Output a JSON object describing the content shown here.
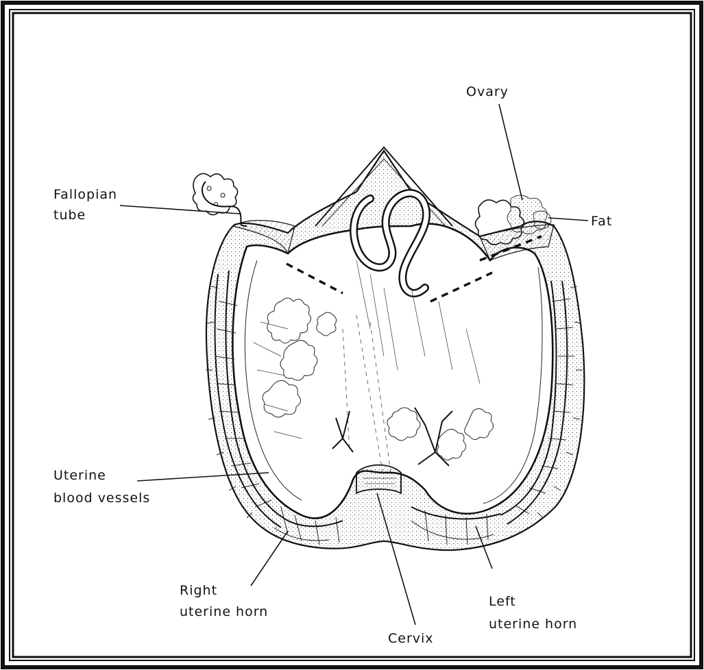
{
  "labels": {
    "ovary": "Ovary",
    "fallopian_tube_line1": "Fallopian",
    "fallopian_tube_line2": "tube",
    "fat": "Fat",
    "uterine_blood_vessels_line1": "Uterine",
    "uterine_blood_vessels_line2": "blood vessels",
    "right_uterine_horn_line1": "Right",
    "right_uterine_horn_line2": "uterine horn",
    "left_uterine_horn_line1": "Left",
    "left_uterine_horn_line2": "uterine horn",
    "cervix": "Cervix"
  }
}
